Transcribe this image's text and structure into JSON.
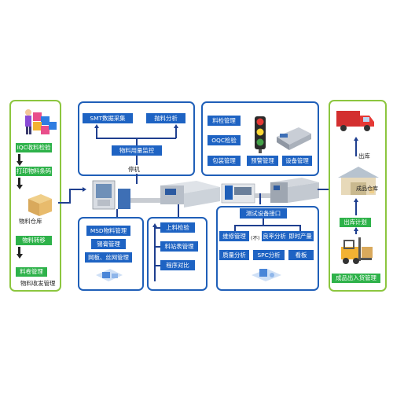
{
  "left": {
    "iqc": "IQC收料检验",
    "print_label": "打印物料条码",
    "warehouse": "物料仓库",
    "transfer": "物料转移",
    "collect": "料卷管理",
    "receive_mgmt": "物料收发管理"
  },
  "top_center": {
    "smt": "SMT数据采集",
    "throw": "抛料分析",
    "usage": "物料用量监控",
    "stop": "停机"
  },
  "top_right": {
    "inspect": "料检管理",
    "oqc": "OQC检验",
    "packing": "包装管理",
    "alarm": "预警管理",
    "equipment": "设备管理"
  },
  "bottom_left": {
    "msd": "MSD物料管理",
    "paste": "锡膏管理",
    "stencil": "网板、丝网管理"
  },
  "bottom_mid": {
    "loading": "上料检验",
    "station": "料站表管理",
    "program": "程序对比"
  },
  "bottom_right": {
    "test_iface": "测试设备接口",
    "repair": "维修管理",
    "defect_prefix": "(不)",
    "defect": "良率分析",
    "output": "即时产量",
    "quality": "质量分析",
    "spc": "SPC分析",
    "board": "看板"
  },
  "right": {
    "ship": "出库",
    "fg_warehouse": "成品仓库",
    "ship_plan": "出库计划",
    "fg_io": "成品出入货管理"
  },
  "colors": {
    "green_border": "#8cc63f",
    "green_button": "#2eb24a",
    "blue_border": "#1f5fb8",
    "blue_button": "#1e63c3"
  }
}
